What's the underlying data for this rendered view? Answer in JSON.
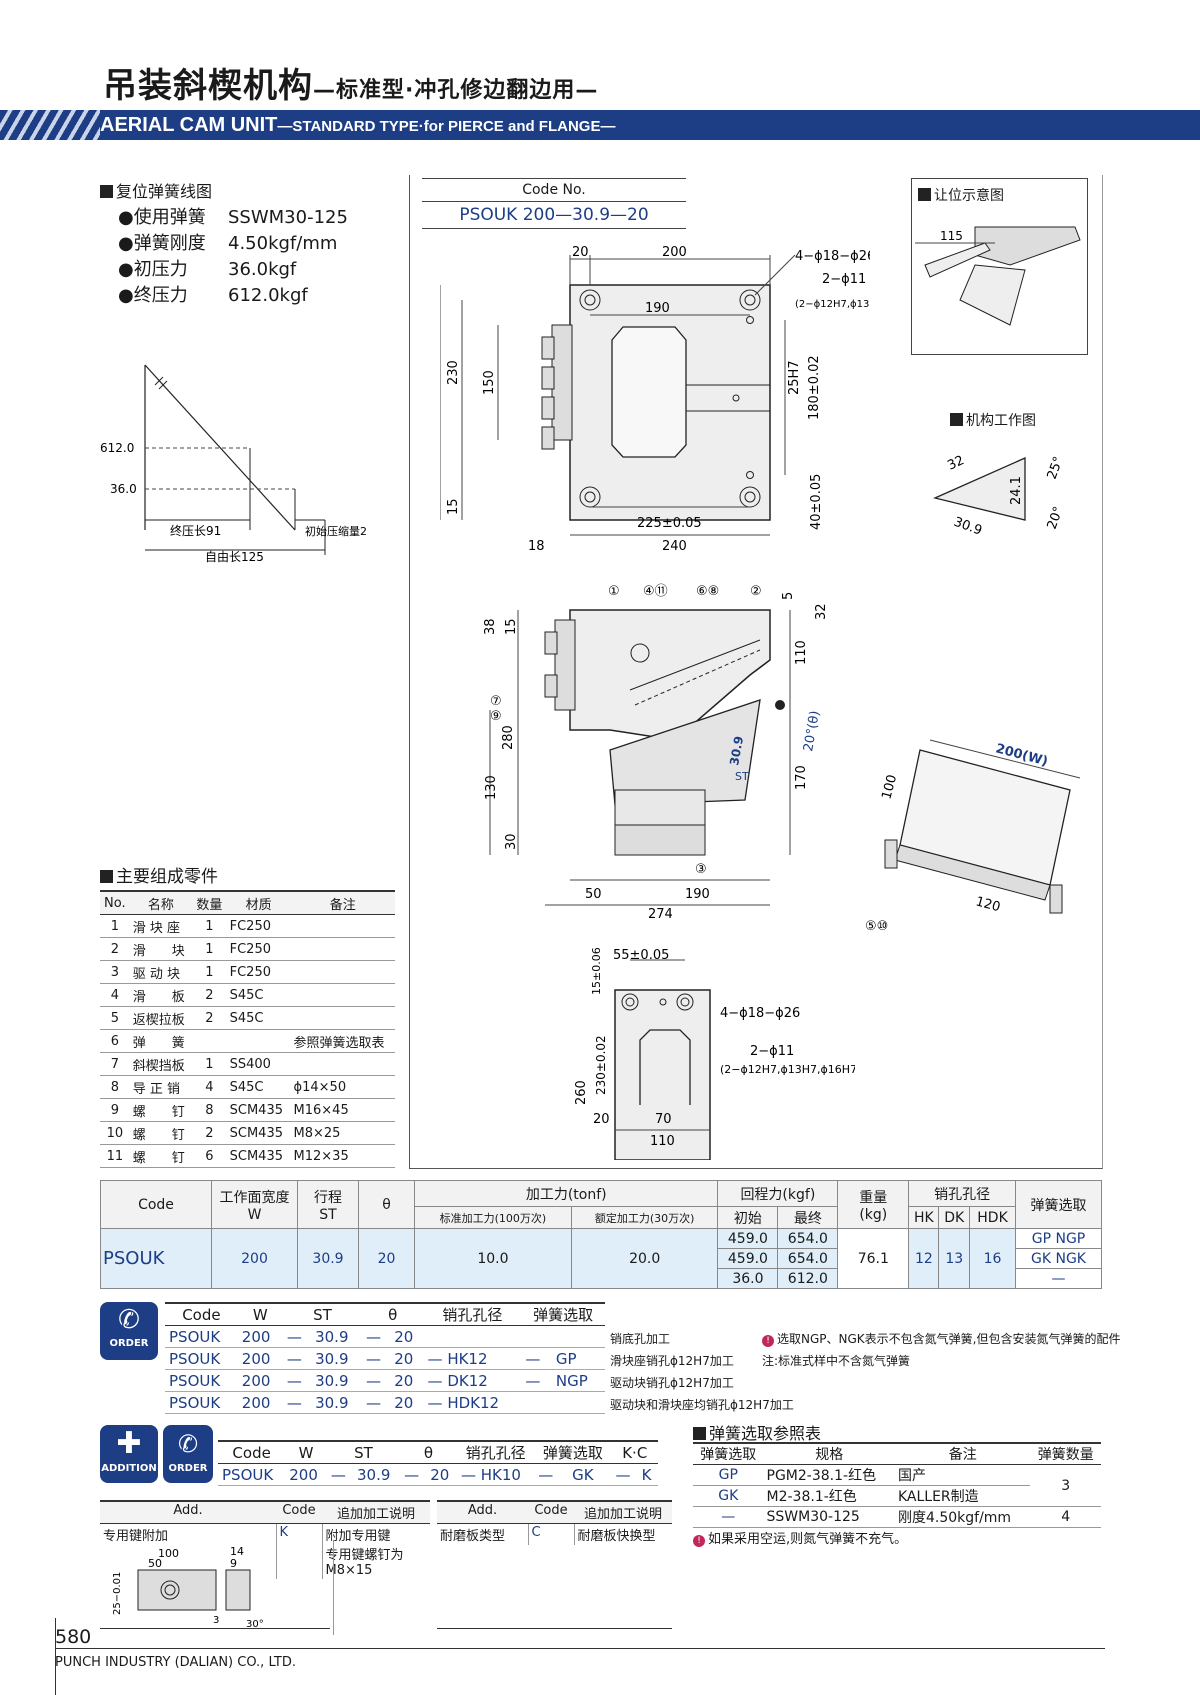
{
  "header": {
    "title_main": "吊装斜楔机构",
    "title_sub": "—标准型·冲孔修边翻边用—",
    "en_main": "AERIAL CAM UNIT",
    "en_sub": "—STANDARD TYPE·for PIERCE and FLANGE—"
  },
  "spring_section": {
    "heading": "复位弹簧线图",
    "specs": [
      {
        "key": "●使用弹簧",
        "value": "SSWM30-125"
      },
      {
        "key": "●弹簧刚度",
        "value": "4.50kgf/mm"
      },
      {
        "key": "●初压力",
        "value": "36.0kgf"
      },
      {
        "key": "●终压力",
        "value": "612.0kgf"
      }
    ],
    "graph": {
      "y1": "612.0",
      "y2": "36.0",
      "final_label": "终压长91",
      "init_label": "初始压缩量2",
      "free_label": "自由长125"
    }
  },
  "code_box": {
    "label": "Code No.",
    "value": "PSOUK 200—30.9—20"
  },
  "drawing_labels": {
    "clearance": "让位示意图",
    "working": "机构工作图",
    "holes1": "4−ϕ18−ϕ26",
    "holes2": "2−ϕ11",
    "holes3": "(2−ϕ12H7,ϕ13H7,ϕ16H7)",
    "width_label": "200(W)",
    "angle_label": "20°(θ)",
    "stroke_label": "30.9",
    "stroke_tag": "ST"
  },
  "parts": {
    "heading": "主要组成零件",
    "columns": [
      "No.",
      "名称",
      "数量",
      "材质",
      "备注"
    ],
    "rows": [
      [
        "1",
        "滑 块 座",
        "1",
        "FC250",
        ""
      ],
      [
        "2",
        "滑　　块",
        "1",
        "FC250",
        ""
      ],
      [
        "3",
        "驱 动 块",
        "1",
        "FC250",
        ""
      ],
      [
        "4",
        "滑　　板",
        "2",
        "S45C",
        ""
      ],
      [
        "5",
        "返楔拉板",
        "2",
        "S45C",
        ""
      ],
      [
        "6",
        "弹　　簧",
        "",
        "",
        "参照弹簧选取表"
      ],
      [
        "7",
        "斜楔挡板",
        "1",
        "SS400",
        ""
      ],
      [
        "8",
        "导 正 销",
        "4",
        "S45C",
        "ϕ14×50"
      ],
      [
        "9",
        "螺　　钉",
        "8",
        "SCM435",
        "M16×45"
      ],
      [
        "10",
        "螺　　钉",
        "2",
        "SCM435",
        "M8×25"
      ],
      [
        "11",
        "螺　　钉",
        "6",
        "SCM435",
        "M12×35"
      ]
    ]
  },
  "spec_table": {
    "h_code": "Code",
    "h_w": "工作面宽度",
    "h_w2": "W",
    "h_st": "行程",
    "h_st2": "ST",
    "h_theta": "θ",
    "h_force": "加工力(tonf)",
    "h_force_a": "标准加工力(100万次)",
    "h_force_b": "额定加工力(30万次)",
    "h_return": "回程力(kgf)",
    "h_return_a": "初始",
    "h_return_b": "最终",
    "h_weight": "重量",
    "h_weight2": "(kg)",
    "h_pin": "销孔孔径",
    "h_hk": "HK",
    "h_dk": "DK",
    "h_hdk": "HDK",
    "h_spring": "弹簧选取",
    "code": "PSOUK",
    "w": "200",
    "st": "30.9",
    "theta": "20",
    "force_a": "10.0",
    "force_b": "20.0",
    "ret": [
      [
        "459.0",
        "654.0"
      ],
      [
        "459.0",
        "654.0"
      ],
      [
        "36.0",
        "612.0"
      ]
    ],
    "weight": "76.1",
    "hk": "12",
    "dk": "13",
    "hdk": "16",
    "spring_opts": [
      "GP  NGP",
      "GK  NGK",
      "—"
    ]
  },
  "order": {
    "badge": "ORDER",
    "columns": [
      "Code",
      "W",
      "ST",
      "θ",
      "销孔孔径",
      "弹簧选取"
    ],
    "rows": [
      [
        "PSOUK",
        "200",
        "—",
        "30.9",
        "—",
        "20",
        "",
        "",
        ""
      ],
      [
        "PSOUK",
        "200",
        "—",
        "30.9",
        "—",
        "20",
        "— HK12",
        "—",
        "GP"
      ],
      [
        "PSOUK",
        "200",
        "—",
        "30.9",
        "—",
        "20",
        "— DK12",
        "—",
        "NGP"
      ],
      [
        "PSOUK",
        "200",
        "—",
        "30.9",
        "—",
        "20",
        "— HDK12",
        "",
        ""
      ]
    ],
    "notes": [
      "销底孔加工",
      "滑块座销孔ϕ12H7加工",
      "驱动块销孔ϕ12H7加工",
      "驱动块和滑块座均销孔ϕ12H7加工"
    ],
    "remark1": "选取NGP、NGK表示不包含氮气弹簧,但包含安装氮气弹簧的配件",
    "remark2": "注:标准式样中不含氮气弹簧"
  },
  "addition": {
    "badge_add": "ADDITION",
    "badge_order": "ORDER",
    "columns": [
      "Code",
      "W",
      "ST",
      "θ",
      "销孔孔径",
      "弹簧选取",
      "K·C"
    ],
    "row": [
      "PSOUK",
      "200",
      "—",
      "30.9",
      "—",
      "20",
      "— HK10",
      "—",
      "GK",
      "—",
      "K"
    ],
    "table_cols": [
      "Add.",
      "Code",
      "追加加工说明"
    ],
    "left": {
      "add": "专用键附加",
      "code": "K",
      "desc": "附加专用键\n专用键螺钉为\nM8×15"
    },
    "right": {
      "add": "耐磨板类型",
      "code": "C",
      "desc": "耐磨板快换型"
    }
  },
  "spring_ref": {
    "heading": "弹簧选取参照表",
    "columns": [
      "弹簧选取",
      "规格",
      "备注",
      "弹簧数量"
    ],
    "rows": [
      [
        "GP",
        "PGM2-38.1-红色",
        "国产"
      ],
      [
        "GK",
        "M2-38.1-红色",
        "KALLER制造"
      ],
      [
        "—",
        "SSWM30-125",
        "刚度4.50kgf/mm"
      ]
    ],
    "qty": [
      "3",
      "4"
    ],
    "note": "如果采用空运,则氮气弹簧不充气。"
  },
  "footer": {
    "page": "580",
    "company": "PUNCH INDUSTRY (DALIAN) CO., LTD."
  }
}
